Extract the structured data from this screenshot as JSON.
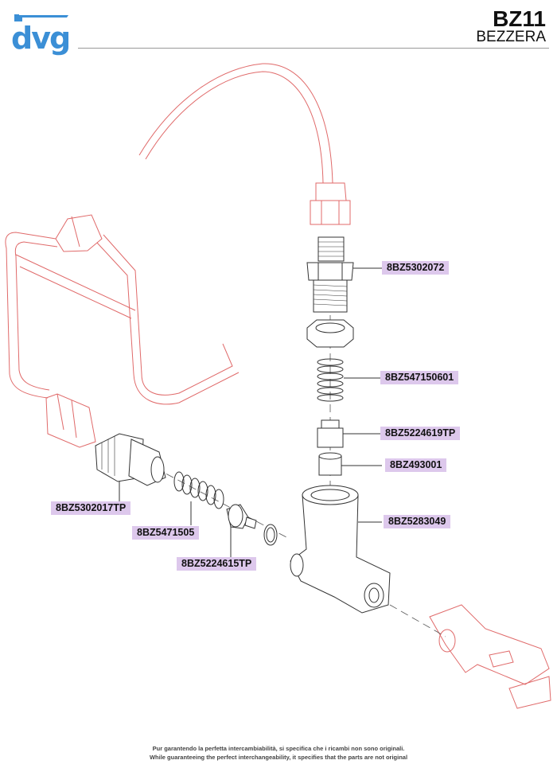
{
  "brand_logo": {
    "text": "dvg",
    "color": "#3b8fd6"
  },
  "header": {
    "model": "BZ11",
    "brand": "BEZZERA"
  },
  "colors": {
    "pipe_outline": "#e06a6a",
    "part_outline": "#333333",
    "callout_bg": "#ddc8ec"
  },
  "parts": [
    {
      "code": "8BZ5302072"
    },
    {
      "code": "8BZ547150601"
    },
    {
      "code": "8BZ5224619TP"
    },
    {
      "code": "8BZ493001"
    },
    {
      "code": "8BZ5283049"
    },
    {
      "code": "8BZ5302017TP"
    },
    {
      "code": "8BZ5471505"
    },
    {
      "code": "8BZ5224615TP"
    }
  ],
  "footer": {
    "line1": "Pur garantendo la perfetta intercambiabilità, si specifica che i ricambi non sono originali.",
    "line2": "While guaranteeing the perfect interchangeability, it specifies that the parts are not original"
  }
}
